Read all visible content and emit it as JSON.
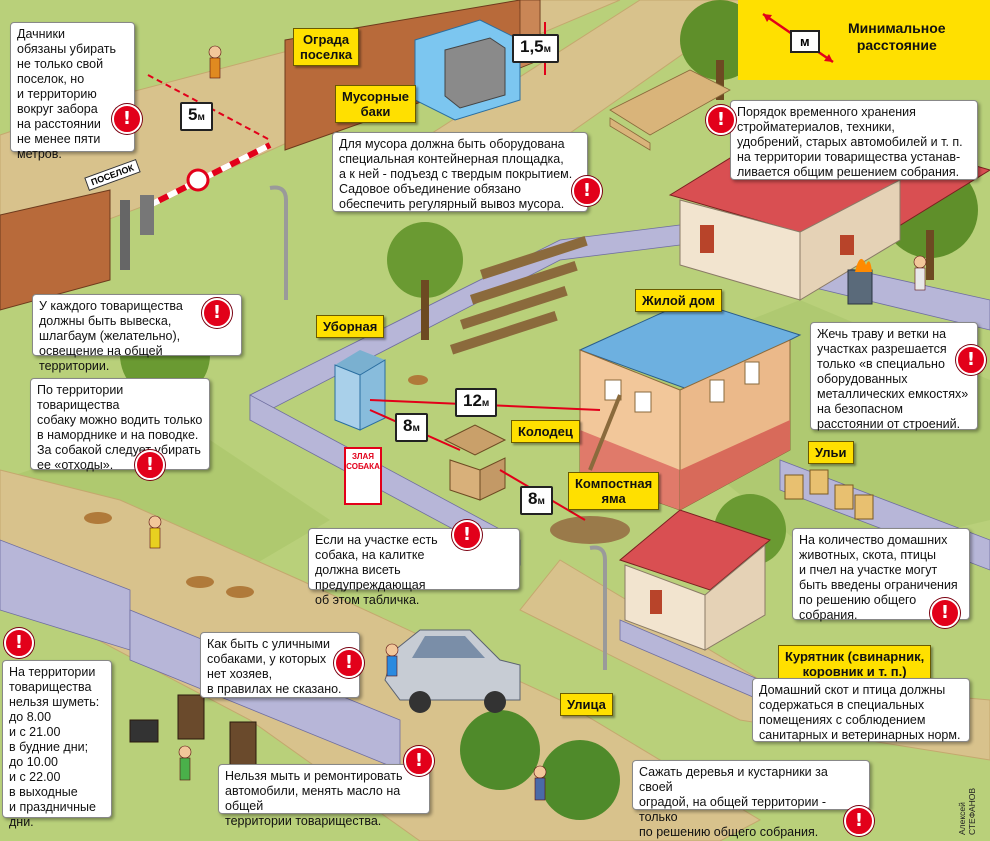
{
  "legend": {
    "unit": "м",
    "text": "Минимальное\nрасстояние",
    "arrow_color": "#e2001a",
    "background": "#ffe000"
  },
  "labels": {
    "fence": "Ограда\nпоселка",
    "bins": "Мусорные\nбаки",
    "house": "Жилой дом",
    "toilet": "Уборная",
    "well": "Колодец",
    "compost": "Компостная\nяма",
    "hives": "Ульи",
    "barn": "Курятник (свинарник,\nкоровник и т. п.)",
    "street": "Улица"
  },
  "distances": {
    "d_1_5": "1,5",
    "d_5": "5",
    "d_12": "12",
    "d_8a": "8",
    "d_8b": "8",
    "unit": "м"
  },
  "sign": {
    "text": "ЗЛАЯ\nСОБАКА"
  },
  "road_sign": "ПОСЕЛОК",
  "notes": {
    "n1": "Дачники\nобязаны убирать\nне только свой\nпоселок, но\nи территорию\nвокруг забора\nна расстоянии\nне менее пяти\nметров.",
    "n2": "Для мусора должна быть оборудована\nспециальная контейнерная площадка,\nа к ней  - подъезд с твердым покрытием.\nСадовое объединение обязано\nобеспечить регулярный вывоз мусора.",
    "n3": "Порядок временного хранения\nстройматериалов, техники,\nудобрений, старых автомобилей и т. п.\nна территории товарищества устанав-\nливается общим решением собрания.",
    "n4": "У каждого товарищества\nдолжны быть вывеска,\nшлагбаум (желательно),\nосвещение на общей территории.",
    "n5": "Жечь траву и ветки на\nучастках разрешается\nтолько «в специально\nоборудованных\nметаллических емкостях»\nна безопасном\nрасстоянии от строений.",
    "n6": "По территории товарищества\nсобаку можно водить только\nв наморднике и на поводке.\nЗа собакой следует убирать\nее «отходы».",
    "n7": "Если на участке есть\nсобака, на калитке\nдолжна висеть предупреждающая\nоб этом табличка.",
    "n8": "На количество домашних\nживотных, скота, птицы\nи пчел на участке могут\nбыть введены ограничения\nпо решению общего\nсобрания.",
    "n9": "Как быть с уличными\nсобаками, у которых\nнет хозяев,\nв правилах не сказано.",
    "n10": "Домашний скот и птица должны\nсодержаться в специальных\nпомещениях с соблюдением\nсанитарных и ветеринарных норм.",
    "n11": "На территории\nтоварищества\nнельзя шуметь:\nдо 8.00\nи с 21.00\nв будние дни;\nдо 10.00\nи с 22.00\nв выходные\nи праздничные\nдни.",
    "n12": "Нельзя мыть и ремонтировать\nавтомобили, менять масло на общей\nтерритории товарищества.",
    "n13": "Сажать деревья и кустарники за своей\nоградой, на общей территории - только\nпо решению общего собрания."
  },
  "warn_icon": "!",
  "author": "Алексей\nСТЕФАНОВ",
  "colors": {
    "grass": "#b9d07a",
    "road": "#d8c28c",
    "fence": "#b7b6d8",
    "roof": "#d94f52",
    "wall": "#f2e4cf",
    "brick": "#e07a6a",
    "label_yellow": "#ffe000",
    "warning_red": "#e2001a"
  }
}
